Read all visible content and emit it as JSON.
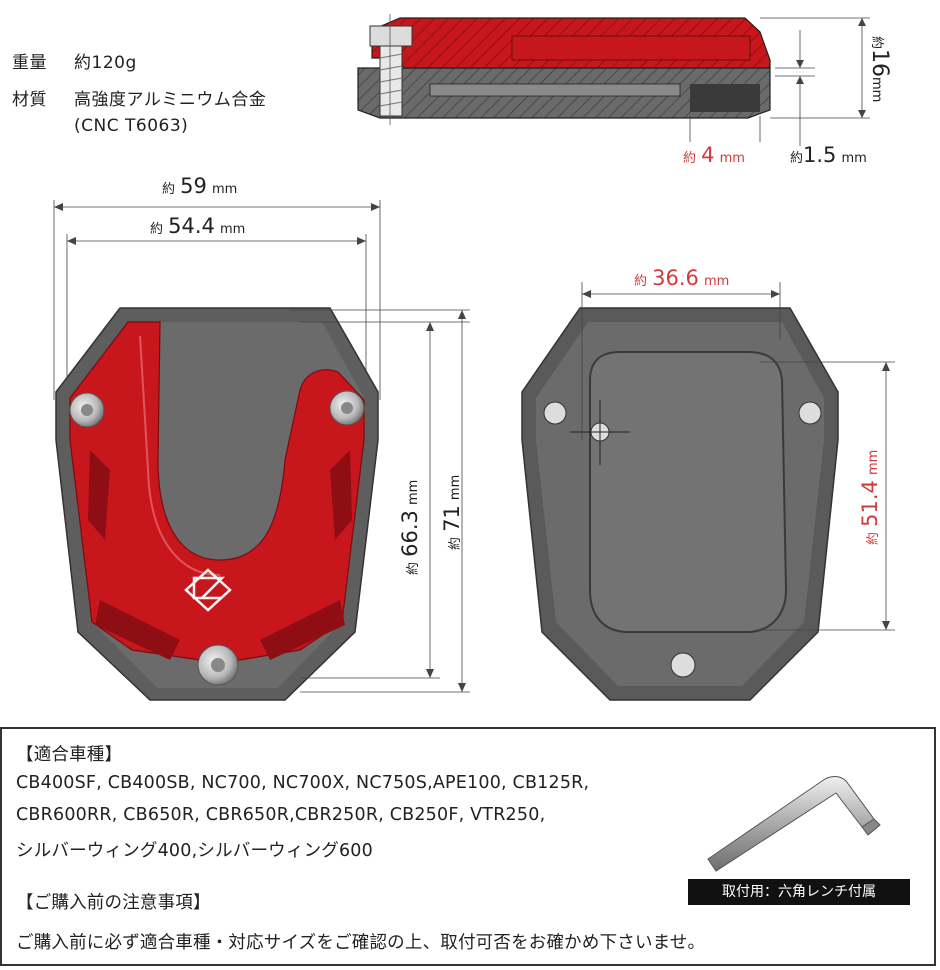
{
  "specs": {
    "weight_key": "重量",
    "weight_val": "約120g",
    "material_key": "材質",
    "material_val": "高強度アルミニウム合金",
    "material_note": "(CNC T6063)"
  },
  "dimensions": {
    "approx": "約",
    "unit": "mm",
    "height_side": "16",
    "thickness_a": "4",
    "thickness_b": "1.5",
    "width_outer": "59",
    "width_inner": "54.4",
    "length_inner": "66.3",
    "length_outer": "71",
    "bottom_width": "36.6",
    "bottom_length": "51.4"
  },
  "info_box": {
    "models_header": "【適合車種】",
    "models_line1": "CB400SF, CB400SB, NC700, NC700X, NC750S,APE100, CB125R,",
    "models_line2": "CBR600RR, CB650R, CBR650R,CBR250R, CB250F, VTR250,",
    "models_line3": "シルバーウィング400,シルバーウィング600",
    "notice_header": "【ご購入前の注意事項】",
    "notice_text": "ご購入前に必ず適合車種・対応サイズをご確認の上、取付可否をお確かめ下さいませ。",
    "tool_label": "取付用：六角レンチ付属"
  },
  "colors": {
    "accent_red": "#c8161d",
    "body_gray": "#5e5e5e",
    "dimension_red": "#d23a3a"
  }
}
